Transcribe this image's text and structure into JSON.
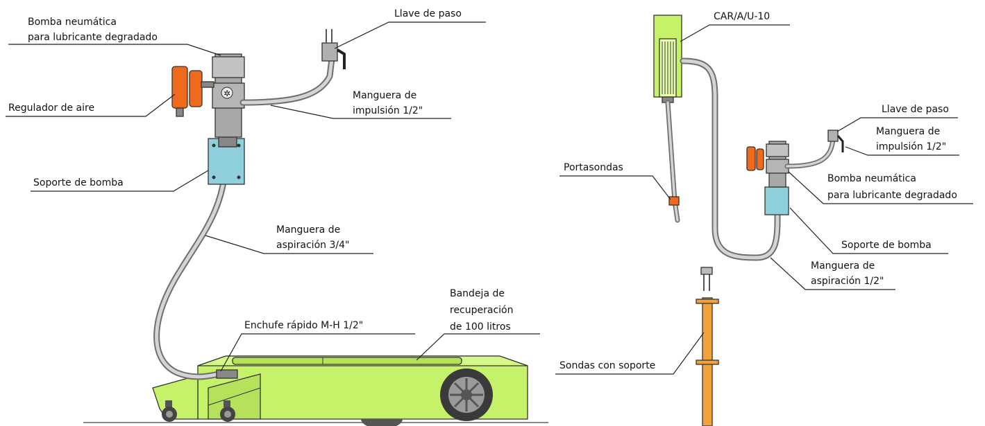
{
  "colors": {
    "lime": "#c6f26a",
    "lime_dark": "#a9d64e",
    "bracket_blue": "#8fd0dc",
    "regulator_orange": "#f06a1e",
    "probe_orange": "#f2a23a",
    "pump_grey": "#a8a8a8"
  },
  "left": {
    "labels": {
      "bomba": [
        "Bomba neumática",
        "para lubricante degradado"
      ],
      "llave": "Llave de paso",
      "regulador": "Regulador de aire",
      "manguera_impulsion": [
        "Manguera de",
        "impulsión 1/2\""
      ],
      "soporte": "Soporte de bomba",
      "manguera_aspiracion": [
        "Manguera de",
        "aspiración 3/4\""
      ],
      "bandeja": [
        "Bandeja de",
        "recuperación",
        "de 100 litros"
      ],
      "enchufe": "Enchufe rápido M-H 1/2\""
    }
  },
  "right": {
    "labels": {
      "car": "CAR/A/U-10",
      "portasondas": "Portasondas",
      "llave": "Llave de paso",
      "manguera_impulsion": [
        "Manguera de",
        "impulsión 1/2\""
      ],
      "bomba": [
        "Bomba neumática",
        "para lubricante degradado"
      ],
      "soporte": "Soporte de bomba",
      "manguera_aspiracion": [
        "Manguera de",
        "aspiración 1/2\""
      ],
      "sondas": "Sondas con soporte"
    }
  }
}
